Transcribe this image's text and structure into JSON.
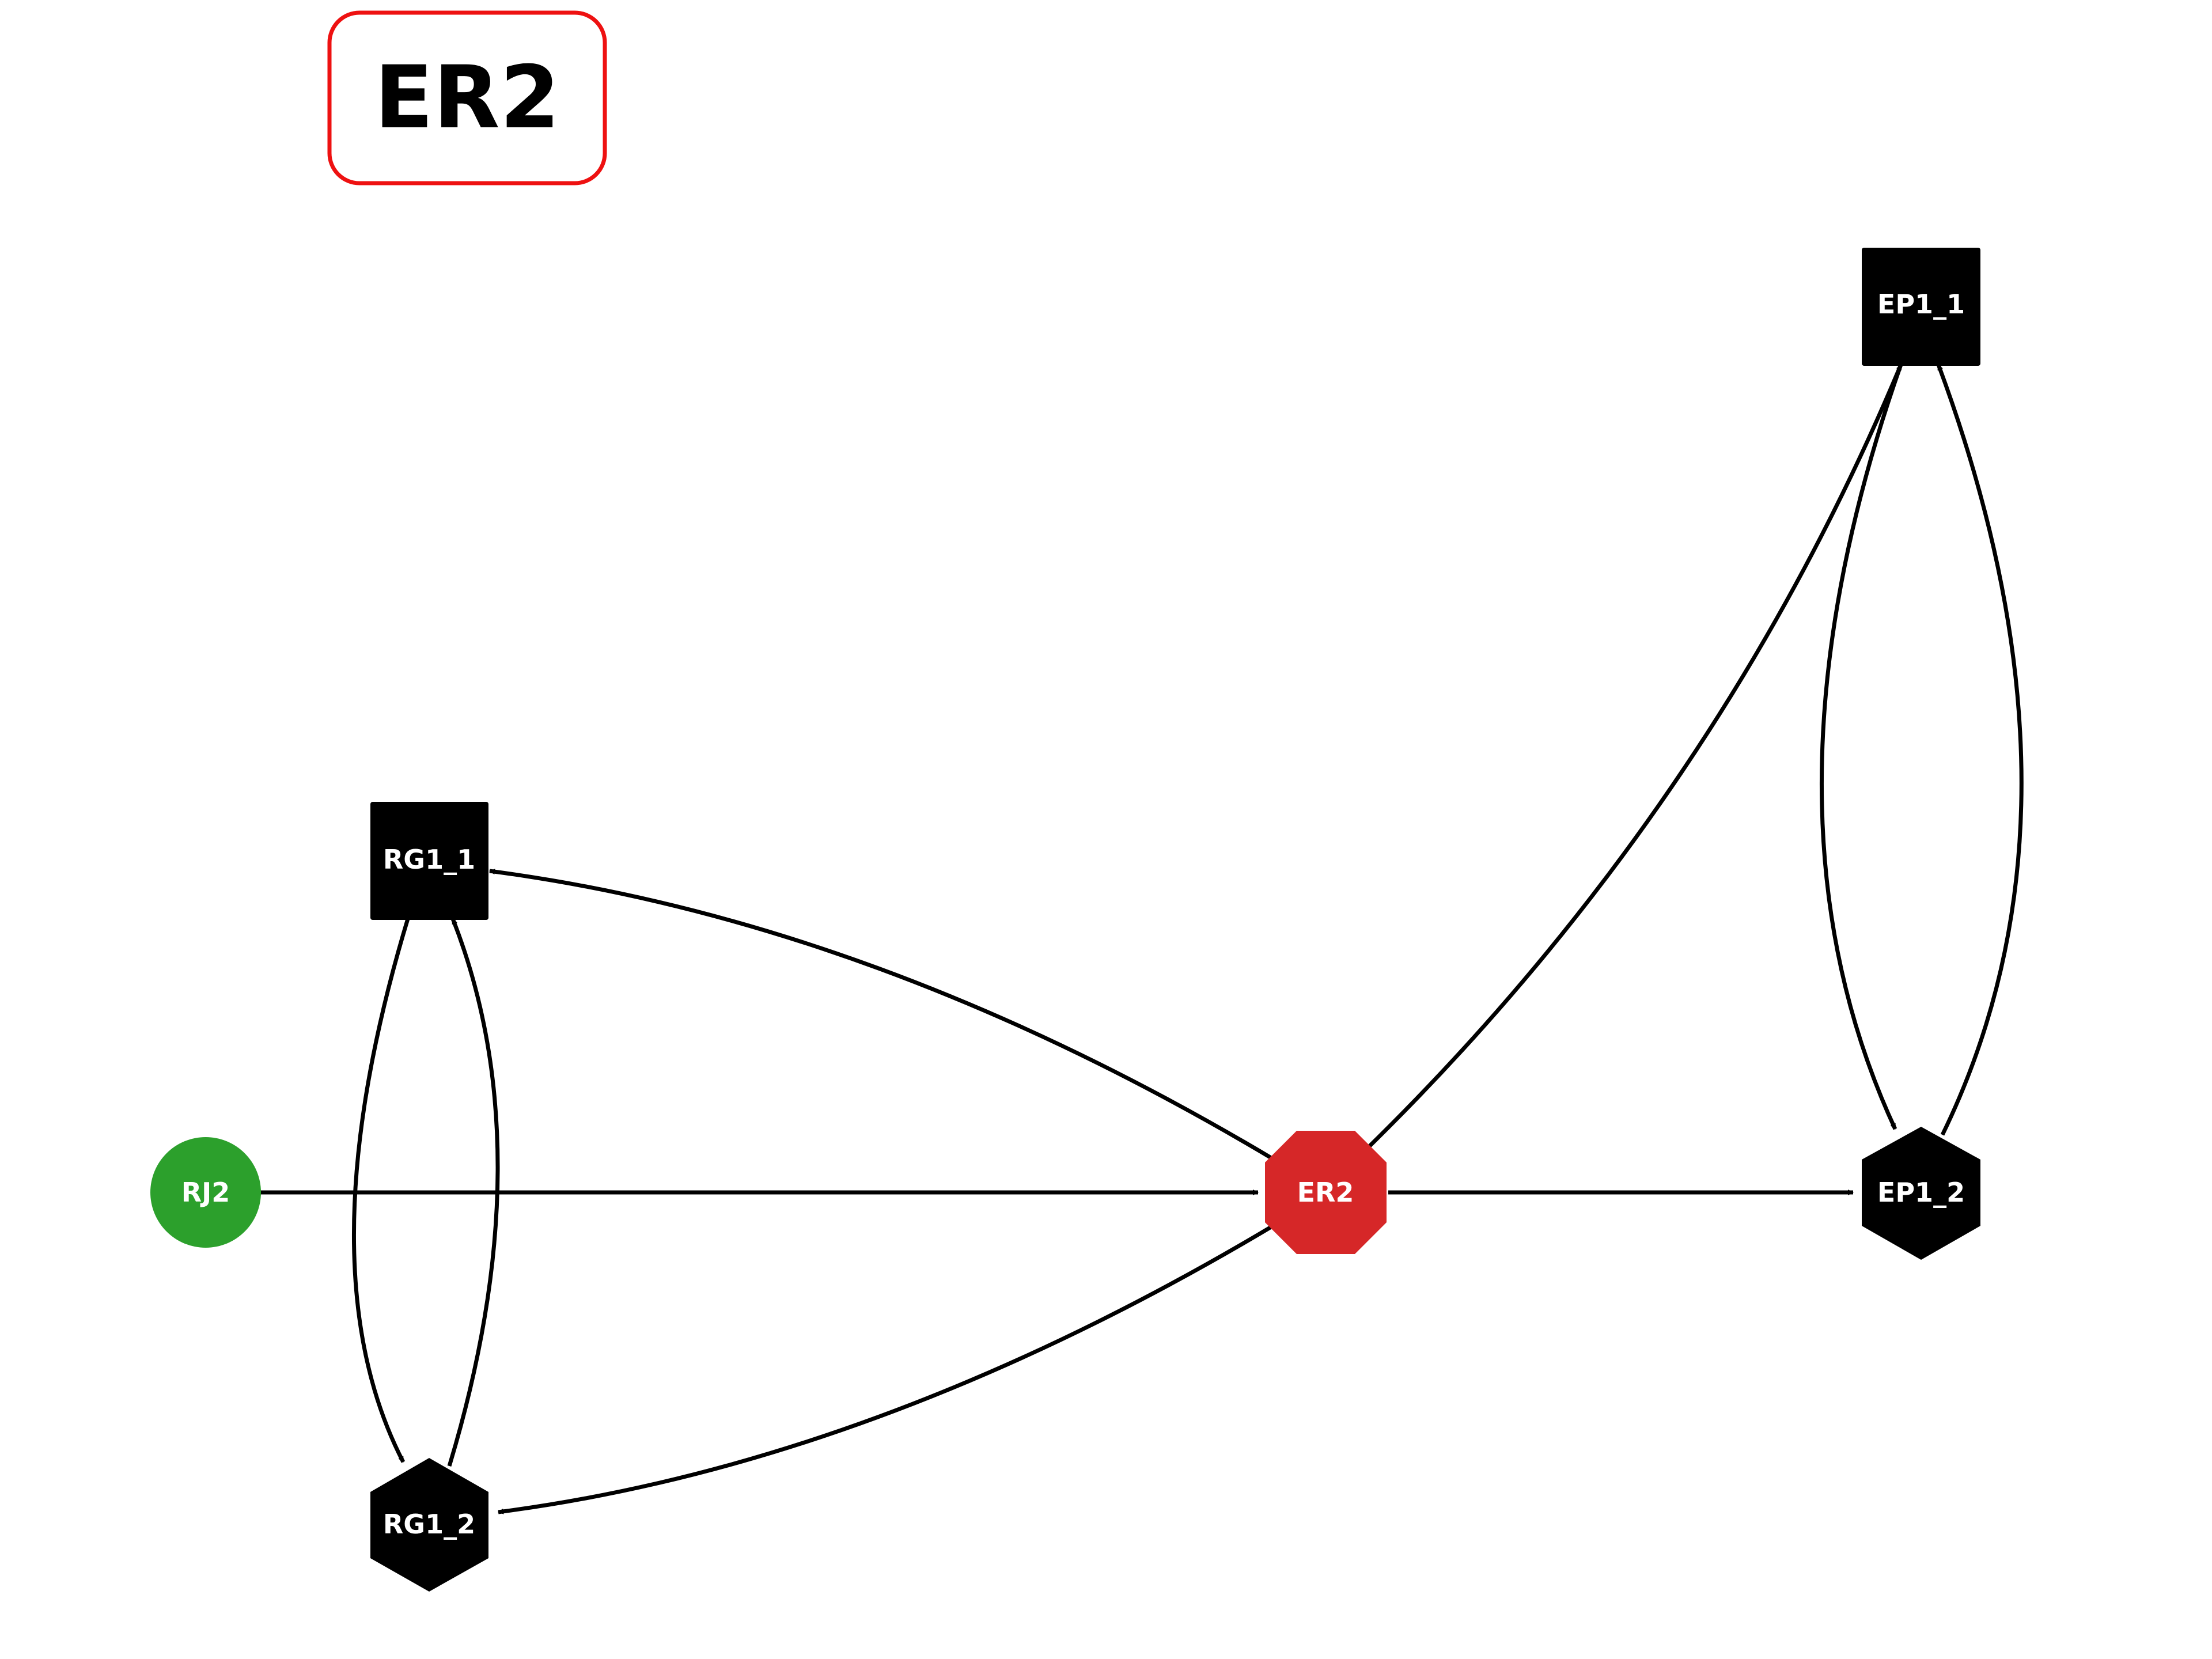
{
  "title": "ER2",
  "colors": {
    "title_border": "#ee1111",
    "edge": "#000000",
    "node_default": "#000000",
    "node_center": "#d62728",
    "node_source": "#2ca02c",
    "node_label": "#ffffff"
  },
  "nodes": {
    "rj2": {
      "label": "RJ2",
      "shape": "circle"
    },
    "er2": {
      "label": "ER2",
      "shape": "octagon"
    },
    "ep1_1": {
      "label": "EP1_1",
      "shape": "square"
    },
    "ep1_2": {
      "label": "EP1_2",
      "shape": "hexagon"
    },
    "rg1_1": {
      "label": "RG1_1",
      "shape": "square"
    },
    "rg1_2": {
      "label": "RG1_2",
      "shape": "hexagon"
    }
  },
  "edges": [
    {
      "from": "RJ2",
      "to": "ER2"
    },
    {
      "from": "ER2",
      "to": "EP1_2"
    },
    {
      "from": "ER2",
      "to": "EP1_1"
    },
    {
      "from": "ER2",
      "to": "RG1_1"
    },
    {
      "from": "ER2",
      "to": "RG1_2"
    },
    {
      "from": "EP1_1",
      "to": "EP1_2"
    },
    {
      "from": "EP1_2",
      "to": "EP1_1"
    },
    {
      "from": "RG1_1",
      "to": "RG1_2"
    },
    {
      "from": "RG1_2",
      "to": "RG1_1"
    }
  ]
}
